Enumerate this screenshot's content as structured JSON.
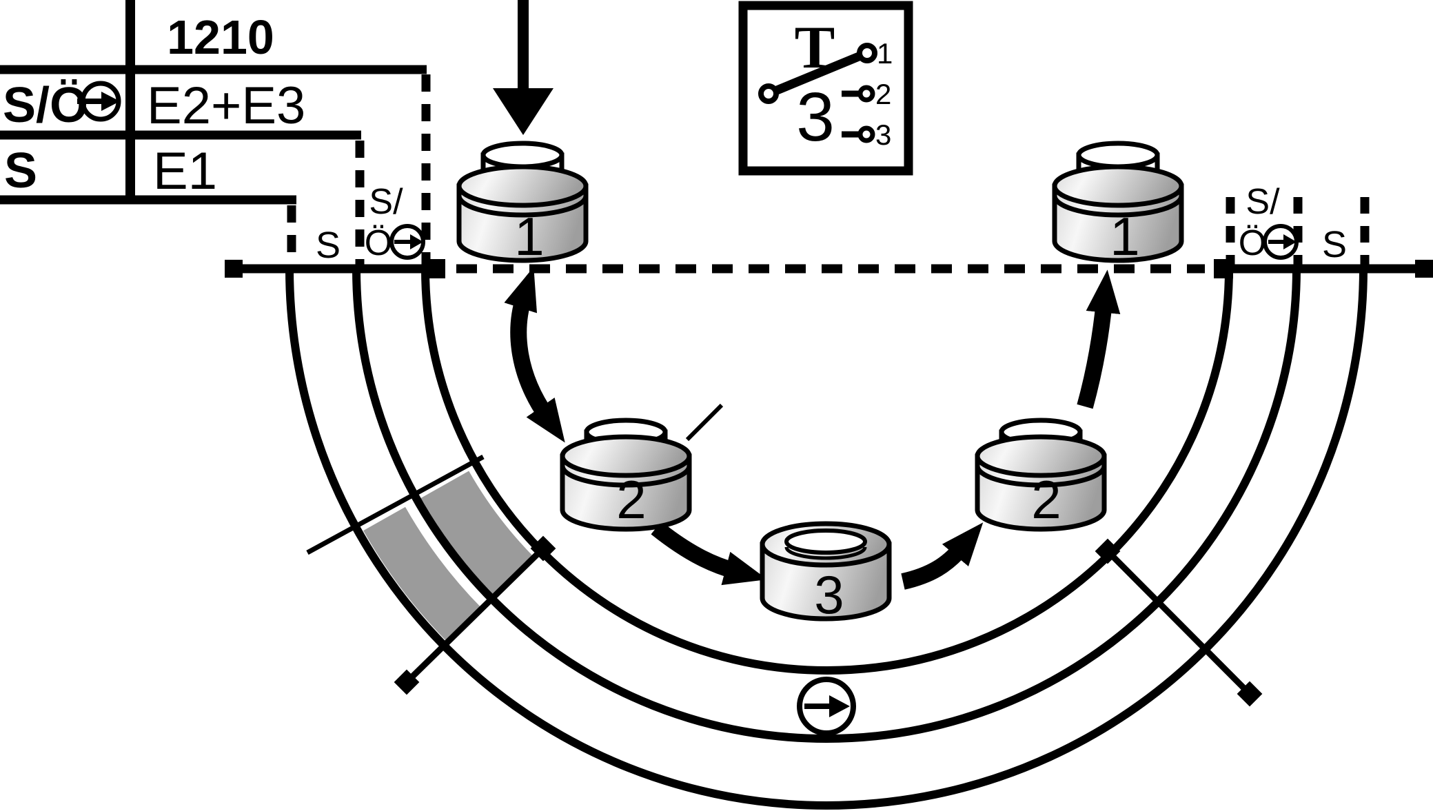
{
  "colors": {
    "ink": "#000000",
    "paper": "#ffffff",
    "button_light": "#f6f6f6",
    "button_dark": "#9e9e9e",
    "sector_gray": "#9b9b9b"
  },
  "legend_table": {
    "code": "1210",
    "row1_label": "S/Ö",
    "row1_value": "E2+E3",
    "row2_label": "S",
    "row2_value": "E1"
  },
  "switch_symbol": {
    "letter": "T",
    "count": "3",
    "contact1": "1",
    "contact2": "2",
    "contact3": "3"
  },
  "zones": {
    "left_s": "S",
    "left_so_top": "S/",
    "left_so_bottom": "Ö",
    "right_so_top": "S/",
    "right_so_bottom": "Ö",
    "right_s": "S"
  },
  "buttons": {
    "left1": "1",
    "left2": "2",
    "center3": "3",
    "right2": "2",
    "right1": "1"
  }
}
